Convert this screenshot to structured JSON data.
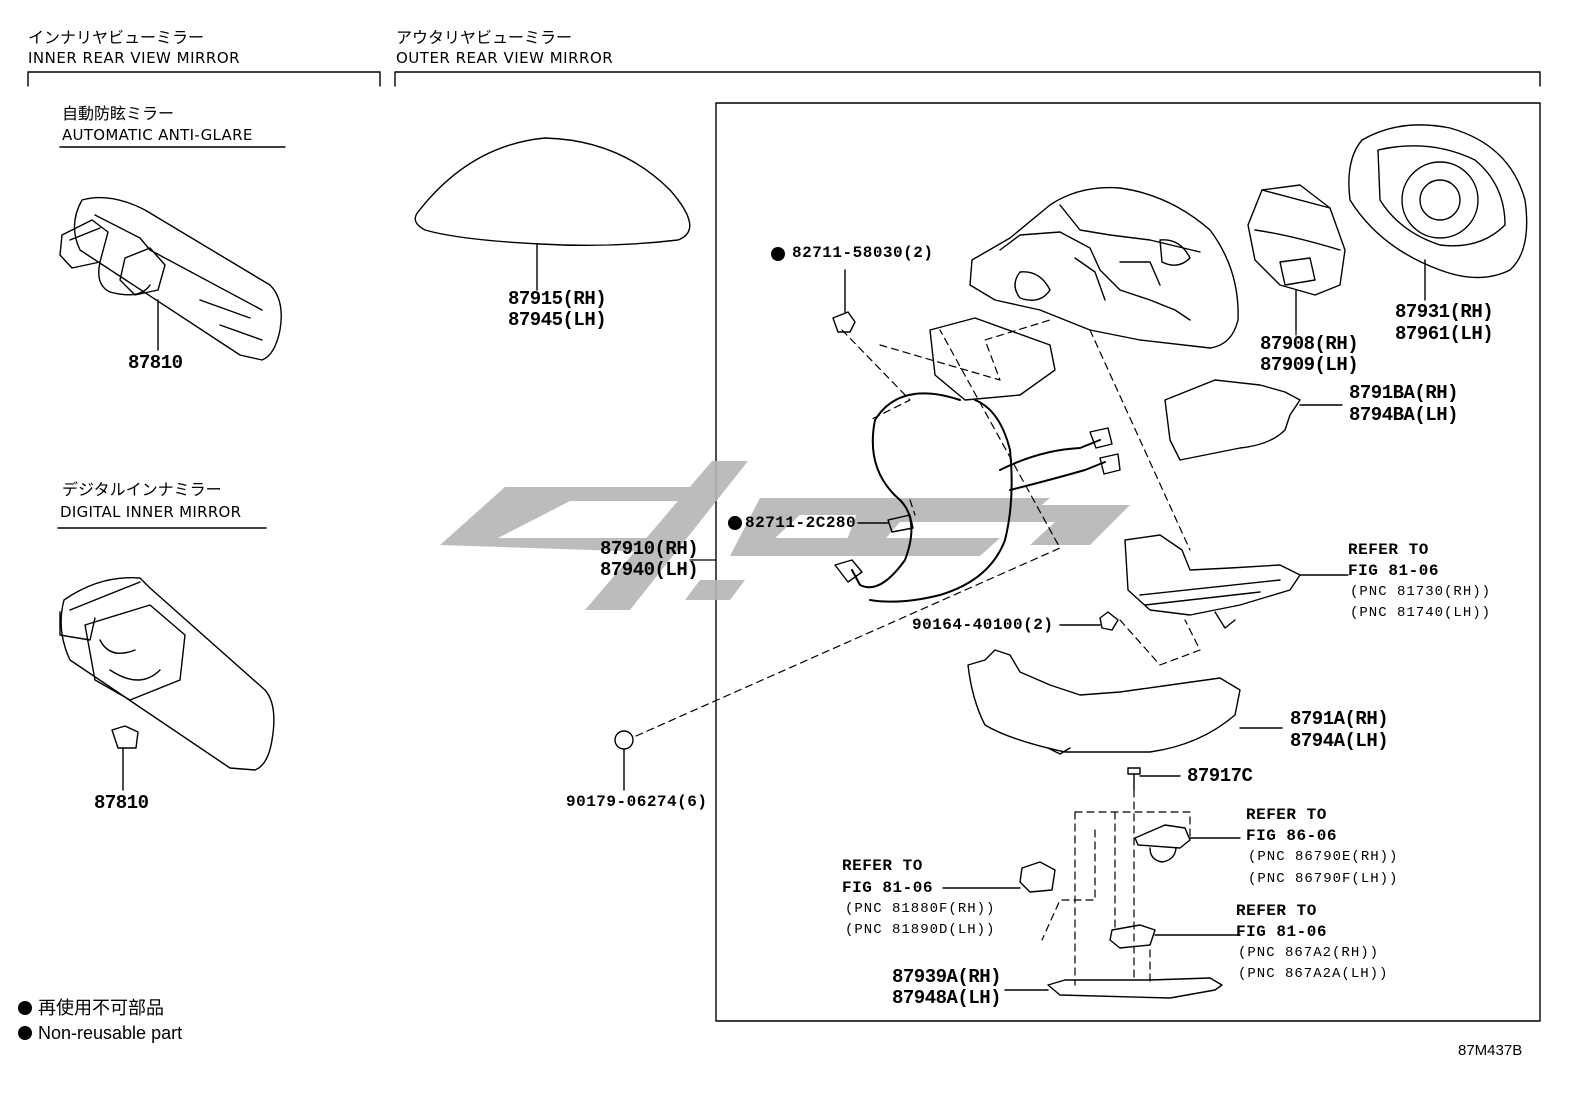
{
  "sections": {
    "inner": {
      "title_jp": "インナリヤビューミラー",
      "title_en": "INNER REAR VIEW MIRROR"
    },
    "outer": {
      "title_jp": "アウタリヤビューミラー",
      "title_en": "OUTER REAR VIEW MIRROR"
    }
  },
  "subsections": {
    "auto": {
      "title_jp": "自動防眩ミラー",
      "title_en": "AUTOMATIC ANTI-GLARE"
    },
    "digital": {
      "title_jp": "デジタルインナミラー",
      "title_en": "DIGITAL INNER MIRROR"
    }
  },
  "parts": {
    "p87810a": "87810",
    "p87810b": "87810",
    "p87915": "87915(RH)",
    "p87945": "87945(LH)",
    "p82711_58030": "82711-58030(2)",
    "p82711_2c280": "82711-2C280",
    "p87910": "87910(RH)",
    "p87940": "87940(LH)",
    "p90179": "90179-06274(6)",
    "p87908": "87908(RH)",
    "p87909": "87909(LH)",
    "p87931": "87931(RH)",
    "p87961": "87961(LH)",
    "p8791ba": "8791BA(RH)",
    "p8794ba": "8794BA(LH)",
    "p90164": "90164-40100(2)",
    "p8791a": "8791A(RH)",
    "p8794a": "8794A(LH)",
    "p87917c": "87917C",
    "p87939a": "87939A(RH)",
    "p87948a": "87948A(LH)"
  },
  "refers": {
    "r1": {
      "l1": "REFER TO",
      "l2": "FIG 81-06",
      "l3": "(PNC 81730(RH))",
      "l4": "(PNC 81740(LH))"
    },
    "r2": {
      "l1": "REFER TO",
      "l2": "FIG 86-06",
      "l3": "(PNC 86790E(RH))",
      "l4": "(PNC 86790F(LH))"
    },
    "r3": {
      "l1": "REFER TO",
      "l2": "FIG 81-06",
      "l3": "(PNC 81880F(RH))",
      "l4": "(PNC 81890D(LH))"
    },
    "r4": {
      "l1": "REFER TO",
      "l2": "FIG 81-06",
      "l3": "(PNC 867A2(RH))",
      "l4": "(PNC 867A2A(LH))"
    }
  },
  "legend": {
    "jp": "再使用不可部品",
    "en": "Non-reusable part"
  },
  "figure_code": "87M437B"
}
